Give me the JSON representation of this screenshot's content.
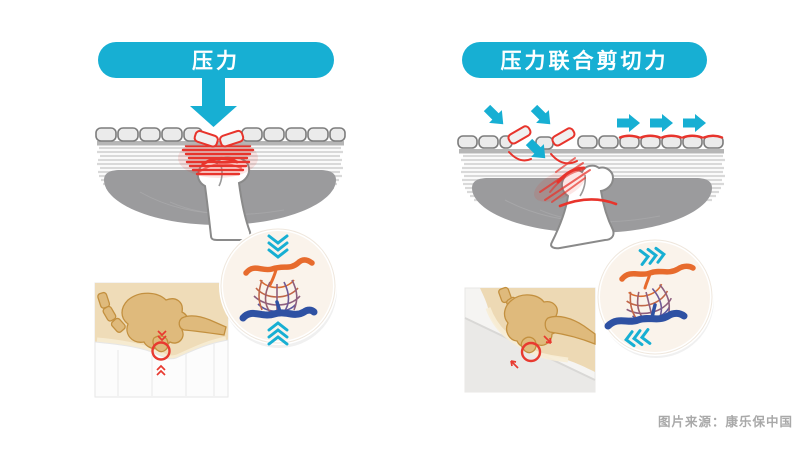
{
  "panels": [
    {
      "title": "压力",
      "icons": [
        "pressure-down-arrow-icon",
        "compressed-skin-cells",
        "bone",
        "muscle-bowl",
        "lying-pelvis-inset",
        "vessel-compression-magnifier",
        "compress-chevrons-down-icon",
        "compress-chevrons-up-icon"
      ]
    },
    {
      "title": "压力联合剪切力",
      "icons": [
        "shear-diagonal-arrow-icon",
        "shear-right-arrow-icon",
        "tilted-skin-cells",
        "bone",
        "muscle-bowl",
        "sitting-pelvis-inset",
        "vessel-shear-magnifier",
        "shear-chevrons-right-icon",
        "shear-chevrons-left-icon"
      ]
    }
  ],
  "credit": "图片来源：康乐保中国",
  "colors": {
    "accent_cyan": "#17AFD3",
    "alert_red": "#E8342C",
    "artery_orange": "#E76B2D",
    "vein_blue": "#2E51A3",
    "muscle_gray": "#9B9B9D",
    "layer_gray": "#D8D8D8",
    "cell_fill": "#EBEBEB",
    "cell_stroke": "#7D7D7D",
    "tissue_tan": "#EDD9B4",
    "bone_tan": "#DFBA7C",
    "magnifier_bg": "#FAF3EB",
    "credit_gray": "#A9A9A9"
  }
}
